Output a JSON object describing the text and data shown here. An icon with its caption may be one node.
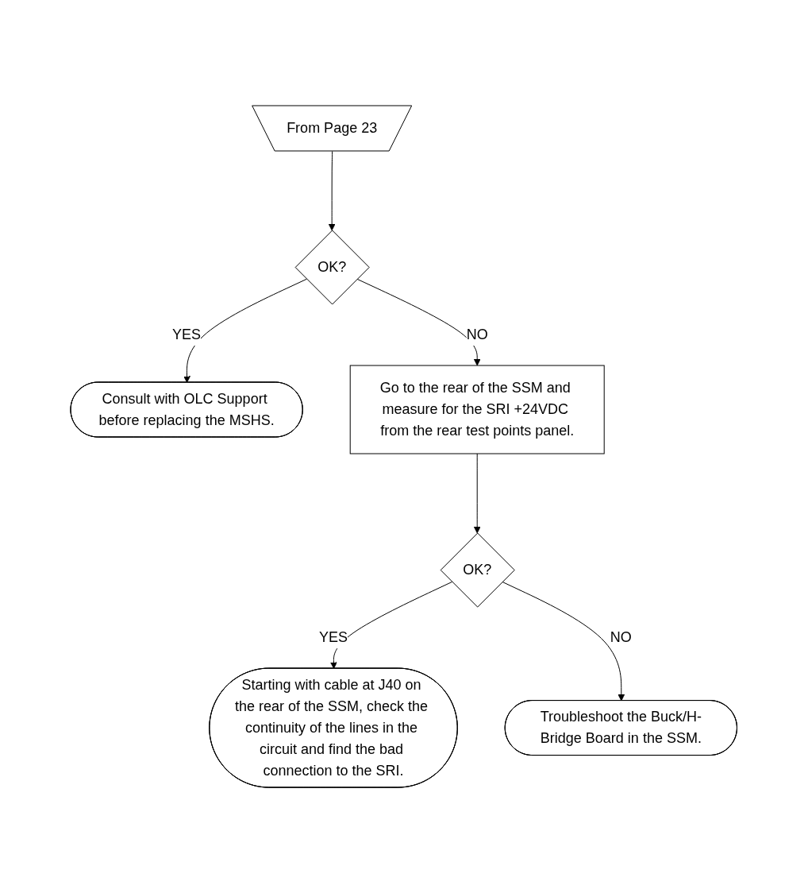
{
  "diagram": {
    "nodes": [
      {
        "text": [
          "From Page 23"
        ]
      },
      {
        "text": [
          "OK?"
        ]
      },
      {
        "text": [
          "Consult with OLC Support before replacing the MSHS."
        ]
      },
      {
        "text": [
          "Go to the rear of the SSM and measure for the SRI +24VDC from the rear test points panel."
        ]
      },
      {
        "text": [
          "OK?"
        ]
      },
      {
        "text": [
          "Starting with cable at J40 on the rear of the SSM, check the continuity of the lines in the circuit and find the bad connection to the SRI."
        ]
      },
      {
        "text": [
          "Troubleshoot the Buck/H-Bridge Board in the SSM."
        ]
      }
    ],
    "edges": [
      {
        "from": 0,
        "to": 1,
        "arrow": "to"
      },
      {
        "from": 1,
        "to": 2,
        "arrow": "to",
        "label": "YES"
      },
      {
        "from": 1,
        "to": 3,
        "arrow": "to",
        "label": "NO"
      },
      {
        "from": 3,
        "to": 4,
        "arrow": "to"
      },
      {
        "from": 4,
        "to": 5,
        "arrow": "to",
        "label": "YES"
      },
      {
        "from": 4,
        "to": 6,
        "arrow": "to",
        "label": "NO"
      }
    ]
  }
}
